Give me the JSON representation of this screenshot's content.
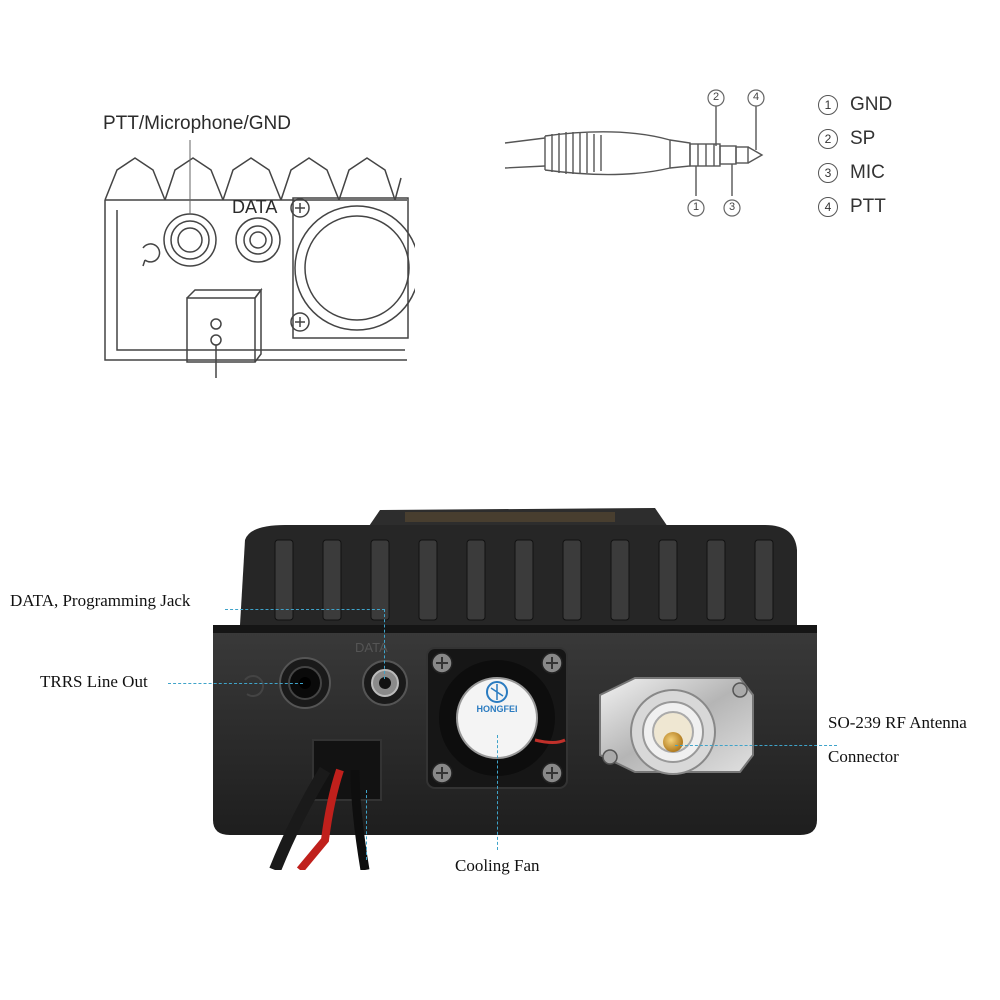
{
  "top_left": {
    "title": "PTT/Microphone/GND",
    "data_label": "DATA"
  },
  "jack_pinout": {
    "markers": {
      "m1": "1",
      "m2": "2",
      "m3": "3",
      "m4": "4"
    },
    "pins": [
      {
        "num": "1",
        "name": "GND"
      },
      {
        "num": "2",
        "name": "SP"
      },
      {
        "num": "3",
        "name": "MIC"
      },
      {
        "num": "4",
        "name": "PTT"
      }
    ]
  },
  "photo": {
    "panel_data_label": "DATA",
    "fan_brand": "HONGFEI",
    "callouts": {
      "data_jack": "DATA, Programming Jack",
      "trrs": "TRRS Line Out",
      "antenna_line1": "SO-239 RF Antenna",
      "antenna_line2": "Connector",
      "fan": "Cooling Fan"
    }
  },
  "colors": {
    "callout_line": "#3fa3c9",
    "radio_body": "#2a2a2a",
    "connector_gold": "#d9a441"
  }
}
